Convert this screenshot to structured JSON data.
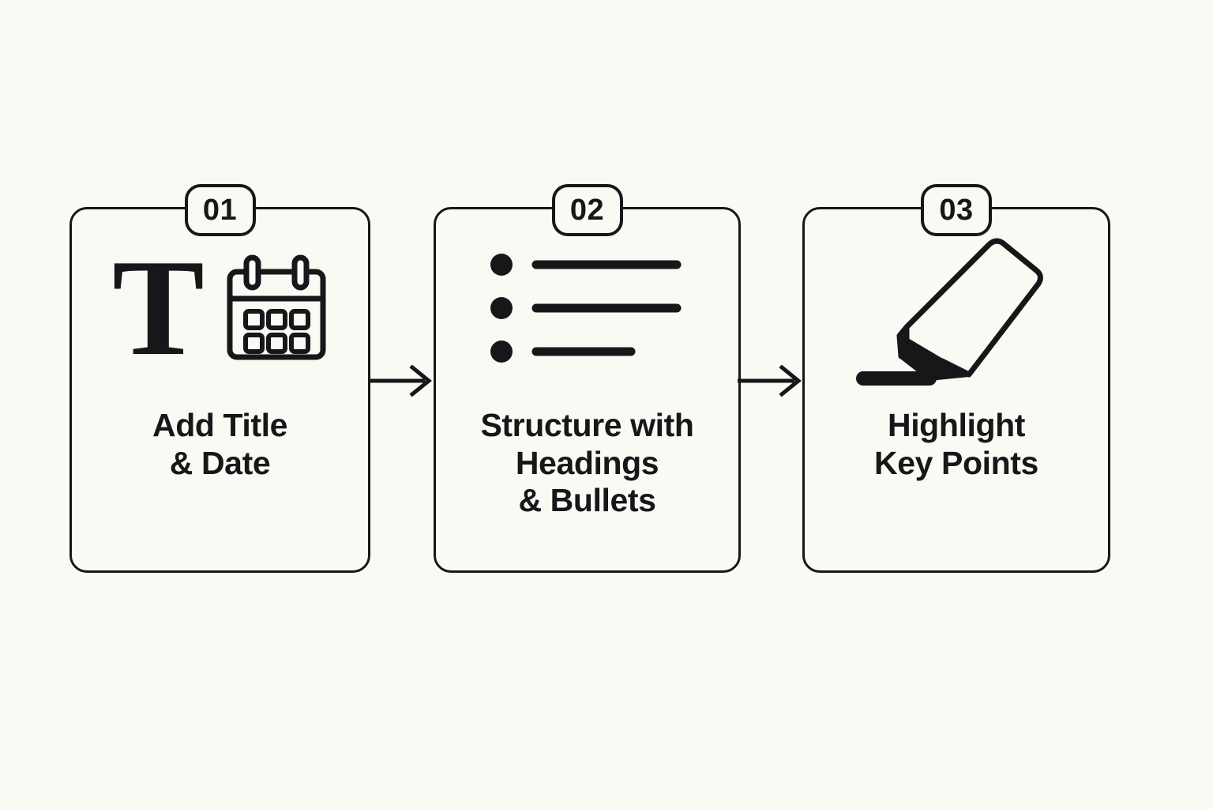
{
  "diagram": {
    "type": "three-step-process-flow",
    "background_color": "#faf9f4",
    "ink_color": "#17171a",
    "steps": [
      {
        "badge": "01",
        "label_lines": [
          "Add Title",
          "& Date"
        ],
        "label_text": "Add Title & Date",
        "icons": [
          "text-t-icon",
          "calendar-icon"
        ]
      },
      {
        "badge": "02",
        "label_lines": [
          "Structure with",
          "Headings",
          "& Bullets"
        ],
        "label_text": "Structure with Headings & Bullets",
        "icons": [
          "bullet-list-icon"
        ]
      },
      {
        "badge": "03",
        "label_lines": [
          "Highlight",
          "Key Points"
        ],
        "label_text": "Highlight Key Points",
        "icons": [
          "highlighter-marker-icon"
        ]
      }
    ],
    "connectors": [
      {
        "name": "arrow-step1-to-step2",
        "glyph": "right-arrow-icon"
      },
      {
        "name": "arrow-step2-to-step3",
        "glyph": "right-arrow-icon"
      }
    ],
    "text_glyph_t": "T"
  }
}
